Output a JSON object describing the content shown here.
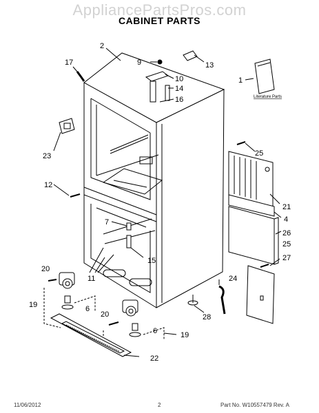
{
  "watermark": "AppliancePartsPros.com",
  "title": "CABINET PARTS",
  "callouts": {
    "c1": "1",
    "c2": "2",
    "c4": "4",
    "c6a": "6",
    "c6b": "6",
    "c7": "7",
    "c9": "9",
    "c10": "10",
    "c11": "11",
    "c12": "12",
    "c13": "13",
    "c14": "14",
    "c15": "15",
    "c16": "16",
    "c17": "17",
    "c19a": "19",
    "c19b": "19",
    "c20a": "20",
    "c20b": "20",
    "c21": "21",
    "c22": "22",
    "c23": "23",
    "c24": "24",
    "c25a": "25",
    "c25b": "25",
    "c26": "26",
    "c27": "27",
    "c28": "28"
  },
  "literature_label": "Literature Parts",
  "footer": {
    "date": "11/06/2012",
    "page": "2",
    "part_info": "Part No. W10557479  Rev. A"
  }
}
